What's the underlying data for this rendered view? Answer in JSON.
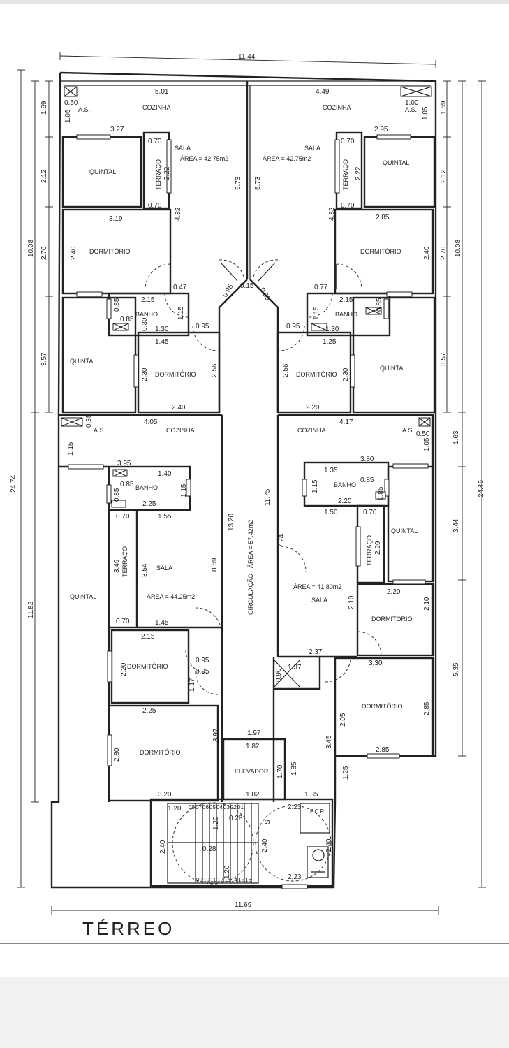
{
  "title": "TÉRREO",
  "dims_outer": {
    "top_width": "11.44",
    "bottom_width": "11.69",
    "left_total": "24.74",
    "right_total": "24.45",
    "left_upper": "10.08",
    "left_lower": "11.82",
    "right_upper": "10.08"
  },
  "rooms": {
    "cozinha": "COZINHA",
    "as": "A.S.",
    "sala": "SALA",
    "quintal": "QUINTAL",
    "terraco": "TERRAÇO",
    "dormitorio": "DORMITÓRIO",
    "banho": "BANHO",
    "elevador": "ELEVADOR",
    "pcr": "P.C.R"
  },
  "areas": {
    "tl": "ÁREA = 42.75m2",
    "tr": "ÁREA = 42.75m2",
    "bl": "ÁREA = 44.25m2",
    "br": "ÁREA = 41.80m2",
    "circ": "CIRCULAÇÃO - ÁREA = 57.42m2"
  },
  "labels": [
    {
      "id": "d-5.01",
      "t": "5.01"
    },
    {
      "id": "d-4.49",
      "t": "4.49"
    },
    {
      "id": "d-0.50a",
      "t": "0.50"
    },
    {
      "id": "d-1.05a",
      "t": "1.05"
    },
    {
      "id": "d-1.00",
      "t": "1.00"
    },
    {
      "id": "d-1.05b",
      "t": "1.05"
    },
    {
      "id": "d-1.69a",
      "t": "1.69"
    },
    {
      "id": "d-1.69b",
      "t": "1.69"
    },
    {
      "id": "d-3.27",
      "t": "3.27"
    },
    {
      "id": "d-0.70a",
      "t": "0.70"
    },
    {
      "id": "d-2.22a",
      "t": "2.22"
    },
    {
      "id": "d-0.70b",
      "t": "0.70"
    },
    {
      "id": "d-2.95",
      "t": "2.95"
    },
    {
      "id": "d-0.70c",
      "t": "0.70"
    },
    {
      "id": "d-2.22b",
      "t": "2.22"
    },
    {
      "id": "d-0.70d",
      "t": "0.70"
    },
    {
      "id": "d-2.12a",
      "t": "2.12"
    },
    {
      "id": "d-2.12b",
      "t": "2.12"
    },
    {
      "id": "d-5.73a",
      "t": "5.73"
    },
    {
      "id": "d-5.73b",
      "t": "5.73"
    },
    {
      "id": "d-3.19",
      "t": "3.19"
    },
    {
      "id": "d-4.82a",
      "t": "4.82"
    },
    {
      "id": "d-2.85a",
      "t": "2.85"
    },
    {
      "id": "d-4.82b",
      "t": "4.82"
    },
    {
      "id": "d-2.70a",
      "t": "2.70"
    },
    {
      "id": "d-2.70b",
      "t": "2.70"
    },
    {
      "id": "d-2.40a",
      "t": "2.40"
    },
    {
      "id": "d-2.40b",
      "t": "2.40"
    },
    {
      "id": "d-0.47",
      "t": "0.47"
    },
    {
      "id": "d-0.77",
      "t": "0.77"
    },
    {
      "id": "d-0.15",
      "t": "0.15"
    },
    {
      "id": "d-0.95a",
      "t": "0.95"
    },
    {
      "id": "d-0.95b",
      "t": "0.95"
    },
    {
      "id": "d-2.15a",
      "t": "2.15"
    },
    {
      "id": "d-2.15b",
      "t": "2.15"
    },
    {
      "id": "d-0.85a",
      "t": "0.85"
    },
    {
      "id": "d-0.85b",
      "t": "0.85"
    },
    {
      "id": "d-0.85c",
      "t": "0.85"
    },
    {
      "id": "d-1.15a",
      "t": "1.15"
    },
    {
      "id": "d-1.15b",
      "t": "1.15"
    },
    {
      "id": "d-0.30",
      "t": "0.30"
    },
    {
      "id": "d-1.30a",
      "t": "1.30"
    },
    {
      "id": "d-1.30b",
      "t": "1.30"
    },
    {
      "id": "d-0.95c",
      "t": "0.95"
    },
    {
      "id": "d-0.95d",
      "t": "0.95"
    },
    {
      "id": "d-1.45a",
      "t": "1.45"
    },
    {
      "id": "d-1.25a",
      "t": "1.25"
    },
    {
      "id": "d-3.57a",
      "t": "3.57"
    },
    {
      "id": "d-3.57b",
      "t": "3.57"
    },
    {
      "id": "d-2.30a",
      "t": "2.30"
    },
    {
      "id": "d-2.56a",
      "t": "2.56"
    },
    {
      "id": "d-2.56b",
      "t": "2.56"
    },
    {
      "id": "d-2.30b",
      "t": "2.30"
    },
    {
      "id": "d-2.40c",
      "t": "2.40"
    },
    {
      "id": "d-2.20a",
      "t": "2.20"
    },
    {
      "id": "d-0.35",
      "t": "0.35"
    },
    {
      "id": "d-4.05",
      "t": "4.05"
    },
    {
      "id": "d-4.17",
      "t": "4.17"
    },
    {
      "id": "d-0.50b",
      "t": "0.50"
    },
    {
      "id": "d-1.05c",
      "t": "1.05"
    },
    {
      "id": "d-1.63",
      "t": "1.63"
    },
    {
      "id": "d-1.15c",
      "t": "1.15"
    },
    {
      "id": "d-3.95",
      "t": "3.95"
    },
    {
      "id": "d-1.40",
      "t": "1.40"
    },
    {
      "id": "d-0.85d",
      "t": "0.85"
    },
    {
      "id": "d-0.85e",
      "t": "0.85"
    },
    {
      "id": "d-1.15d",
      "t": "1.15"
    },
    {
      "id": "d-2.25a",
      "t": "2.25"
    },
    {
      "id": "d-3.80",
      "t": "3.80"
    },
    {
      "id": "d-1.35a",
      "t": "1.35"
    },
    {
      "id": "d-0.85f",
      "t": "0.85"
    },
    {
      "id": "d-1.15e",
      "t": "1.15"
    },
    {
      "id": "d-0.85g",
      "t": "0.85"
    },
    {
      "id": "d-2.20b",
      "t": "2.20"
    },
    {
      "id": "d-11.75",
      "t": "11.75"
    },
    {
      "id": "d-13.20",
      "t": "13.20"
    },
    {
      "id": "d-0.70e",
      "t": "0.70"
    },
    {
      "id": "d-1.55",
      "t": "1.55"
    },
    {
      "id": "d-1.50",
      "t": "1.50"
    },
    {
      "id": "d-0.70f",
      "t": "0.70"
    },
    {
      "id": "d-3.49",
      "t": "3.49"
    },
    {
      "id": "d-3.54",
      "t": "3.54"
    },
    {
      "id": "d-8.69",
      "t": "8.69"
    },
    {
      "id": "d-7.24",
      "t": "7.24"
    },
    {
      "id": "d-2.29",
      "t": "2.29"
    },
    {
      "id": "d-3.44",
      "t": "3.44"
    },
    {
      "id": "d-0.70g",
      "t": "0.70"
    },
    {
      "id": "d-1.45b",
      "t": "1.45"
    },
    {
      "id": "d-2.20c",
      "t": "2.20"
    },
    {
      "id": "d-2.10a",
      "t": "2.10"
    },
    {
      "id": "d-2.10b",
      "t": "2.10"
    },
    {
      "id": "d-2.15c",
      "t": "2.15"
    },
    {
      "id": "d-0.95e",
      "t": "0.95"
    },
    {
      "id": "d-0.95f",
      "t": "0.95"
    },
    {
      "id": "d-2.20d",
      "t": "2.20"
    },
    {
      "id": "d-1.17",
      "t": "1.17"
    },
    {
      "id": "d-2.37",
      "t": "2.37"
    },
    {
      "id": "d-1.37",
      "t": "1.37"
    },
    {
      "id": "d-0.90",
      "t": "0.90"
    },
    {
      "id": "d-3.30",
      "t": "3.30"
    },
    {
      "id": "d-5.35",
      "t": "5.35"
    },
    {
      "id": "d-2.25b",
      "t": "2.25"
    },
    {
      "id": "d-2.05",
      "t": "2.05"
    },
    {
      "id": "d-2.85b",
      "t": "2.85"
    },
    {
      "id": "d-3.97",
      "t": "3.97"
    },
    {
      "id": "d-1.97",
      "t": "1.97"
    },
    {
      "id": "d-1.82a",
      "t": "1.82"
    },
    {
      "id": "d-3.45",
      "t": "3.45"
    },
    {
      "id": "d-2.80",
      "t": "2.80"
    },
    {
      "id": "d-1.70",
      "t": "1.70"
    },
    {
      "id": "d-1.85",
      "t": "1.85"
    },
    {
      "id": "d-2.85c",
      "t": "2.85"
    },
    {
      "id": "d-1.25b",
      "t": "1.25"
    },
    {
      "id": "d-3.20",
      "t": "3.20"
    },
    {
      "id": "d-1.82b",
      "t": "1.82"
    },
    {
      "id": "d-1.35b",
      "t": "1.35"
    },
    {
      "id": "d-1.20a",
      "t": "1.20"
    },
    {
      "id": "d-1.20b",
      "t": "1.20"
    },
    {
      "id": "d-0.28a",
      "t": "0.28"
    },
    {
      "id": "d-0.28b",
      "t": "0.28"
    },
    {
      "id": "d-2.40d",
      "t": "2.40"
    },
    {
      "id": "d-2.40e",
      "t": "2.40"
    },
    {
      "id": "d-2.40f",
      "t": "2.40"
    },
    {
      "id": "d-1.20c",
      "t": "1.20"
    },
    {
      "id": "d-2.23a",
      "t": "2.23"
    },
    {
      "id": "d-2.23b",
      "t": "2.23"
    },
    {
      "id": "d-S",
      "t": "S"
    }
  ],
  "stairs_top": [
    "08",
    "07",
    "06",
    "05",
    "04",
    "03",
    "02",
    "01"
  ],
  "stairs_bottom": [
    "09",
    "10",
    "11",
    "12",
    "13",
    "14",
    "15",
    "16"
  ]
}
